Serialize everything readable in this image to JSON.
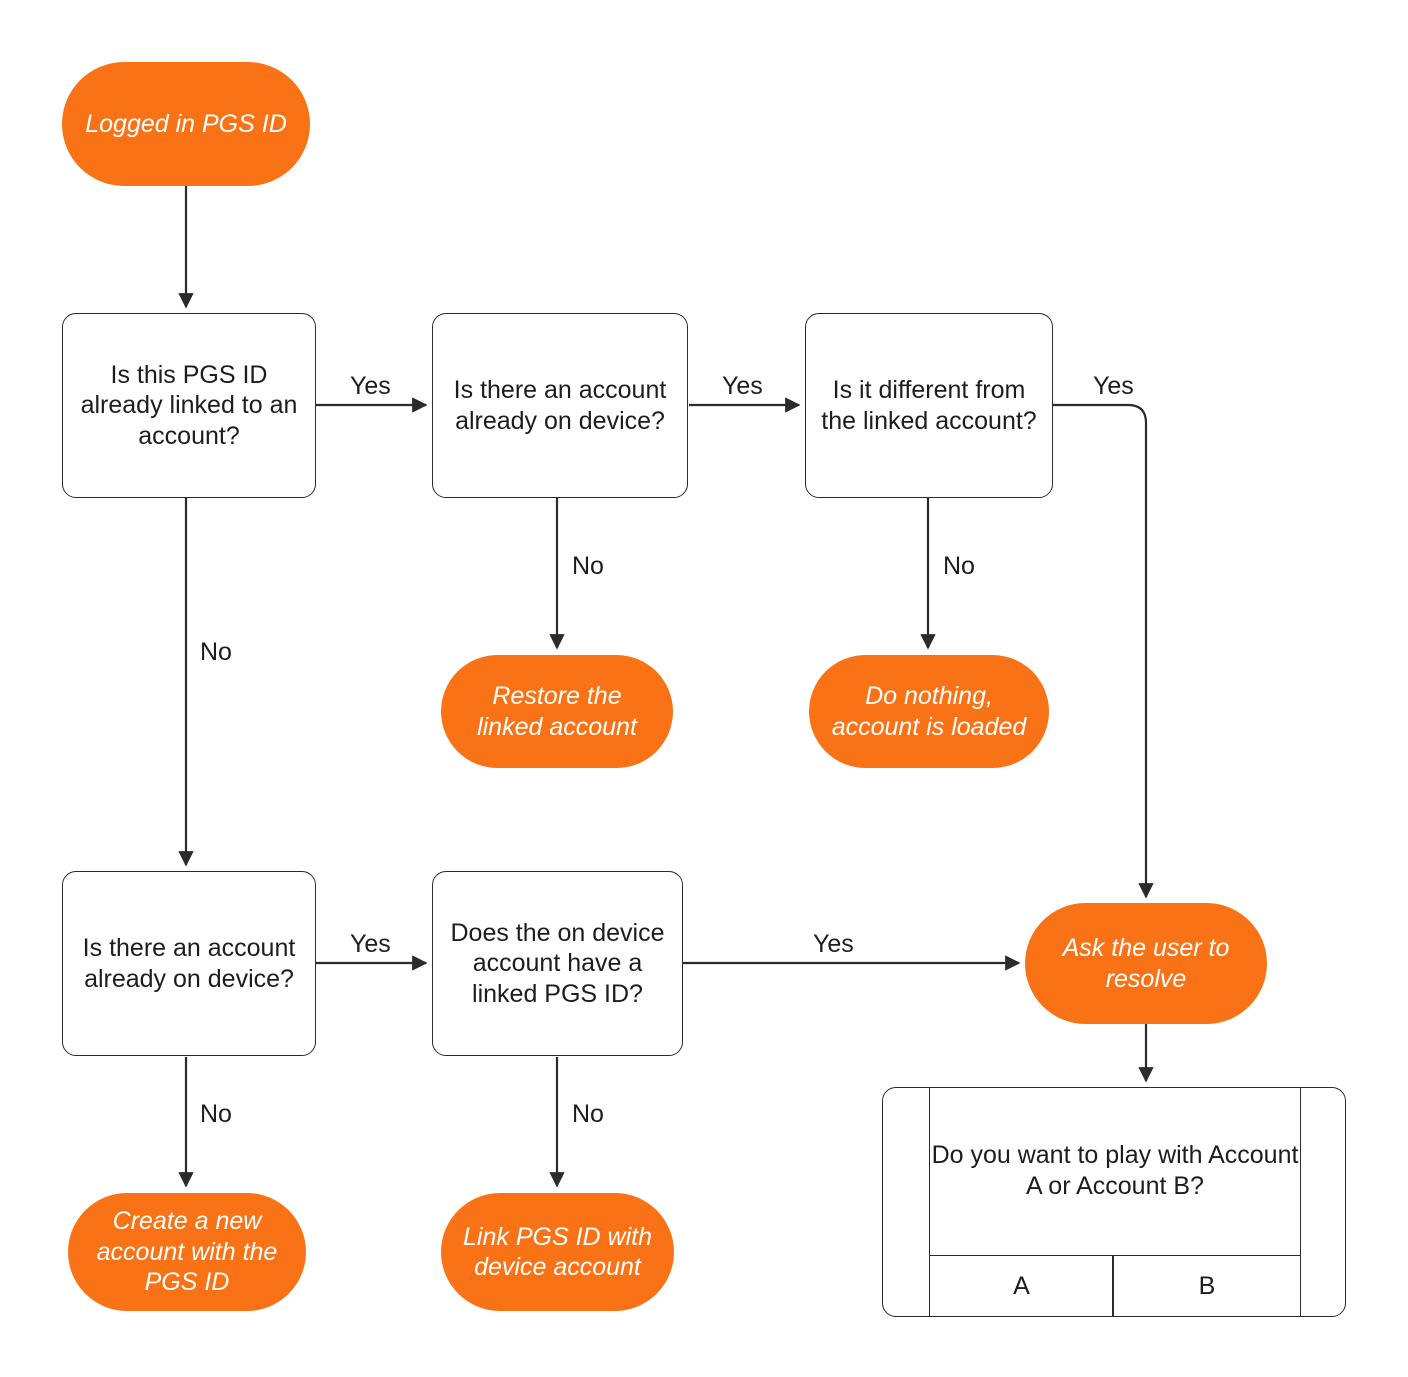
{
  "diagram": {
    "title": "PGS ID account linking decision flow",
    "colors": {
      "terminal_fill": "#f97316",
      "terminal_text": "#ffffff",
      "decision_fill": "#ffffff",
      "decision_stroke": "#2b2b2b",
      "edge_stroke": "#2b2b2b",
      "label_text": "#1d1d1d",
      "background": "#ffffff"
    },
    "nodes": {
      "start": {
        "label": "Logged in PGS ID",
        "type": "terminal"
      },
      "d1": {
        "label": "Is this PGS ID already linked to an account?",
        "type": "decision"
      },
      "d2": {
        "label": "Is there an account already on device?",
        "type": "decision"
      },
      "d3": {
        "label": "Is it different from the linked account?",
        "type": "decision"
      },
      "d4": {
        "label": "Is there an account already on device?",
        "type": "decision"
      },
      "d5": {
        "label": "Does the on device account have a linked PGS ID?",
        "type": "decision"
      },
      "t_restore": {
        "label": "Restore the linked account",
        "type": "terminal"
      },
      "t_donothing": {
        "label": "Do nothing, account is loaded",
        "type": "terminal"
      },
      "t_create": {
        "label": "Create a new account with the PGS  ID",
        "type": "terminal"
      },
      "t_link": {
        "label": "Link PGS ID with device account",
        "type": "terminal"
      },
      "t_ask": {
        "label": "Ask the user to resolve",
        "type": "terminal"
      }
    },
    "edge_labels": {
      "d1_yes": "Yes",
      "d1_no": "No",
      "d2_yes": "Yes",
      "d2_no": "No",
      "d3_yes": "Yes",
      "d3_no": "No",
      "d4_yes": "Yes",
      "d4_no": "No",
      "d5_yes": "Yes",
      "d5_no": "No"
    },
    "dialog": {
      "message": "Do you want to play with Account A or Account B?",
      "button_a": "A",
      "button_b": "B"
    }
  },
  "chart_data": {
    "type": "diagram",
    "title": "PGS ID account linking decision flow",
    "nodes": [
      {
        "id": "start",
        "label": "Logged in PGS ID",
        "shape": "stadium",
        "fill": "#f97316"
      },
      {
        "id": "d1",
        "label": "Is this PGS ID already linked to an account?",
        "shape": "rounded-rect",
        "fill": "#ffffff"
      },
      {
        "id": "d2",
        "label": "Is there an account already on device?",
        "shape": "rounded-rect",
        "fill": "#ffffff"
      },
      {
        "id": "d3",
        "label": "Is it different from the linked account?",
        "shape": "rounded-rect",
        "fill": "#ffffff"
      },
      {
        "id": "d4",
        "label": "Is there an account already on device?",
        "shape": "rounded-rect",
        "fill": "#ffffff"
      },
      {
        "id": "d5",
        "label": "Does the on device account have a linked PGS ID?",
        "shape": "rounded-rect",
        "fill": "#ffffff"
      },
      {
        "id": "t_restore",
        "label": "Restore the linked account",
        "shape": "stadium",
        "fill": "#f97316"
      },
      {
        "id": "t_donothing",
        "label": "Do nothing, account is loaded",
        "shape": "stadium",
        "fill": "#f97316"
      },
      {
        "id": "t_create",
        "label": "Create a new account with the PGS  ID",
        "shape": "stadium",
        "fill": "#f97316"
      },
      {
        "id": "t_link",
        "label": "Link PGS ID with device account",
        "shape": "stadium",
        "fill": "#f97316"
      },
      {
        "id": "t_ask",
        "label": "Ask the user to resolve",
        "shape": "stadium",
        "fill": "#f97316"
      },
      {
        "id": "dialog",
        "label": "Do you want to play with Account A or Account B? / A / B",
        "shape": "ui-mock",
        "fill": "#ffffff"
      }
    ],
    "edges": [
      {
        "from": "start",
        "to": "d1",
        "label": ""
      },
      {
        "from": "d1",
        "to": "d2",
        "label": "Yes"
      },
      {
        "from": "d1",
        "to": "d4",
        "label": "No"
      },
      {
        "from": "d2",
        "to": "d3",
        "label": "Yes"
      },
      {
        "from": "d2",
        "to": "t_restore",
        "label": "No"
      },
      {
        "from": "d3",
        "to": "t_ask",
        "label": "Yes"
      },
      {
        "from": "d3",
        "to": "t_donothing",
        "label": "No"
      },
      {
        "from": "d4",
        "to": "d5",
        "label": "Yes"
      },
      {
        "from": "d4",
        "to": "t_create",
        "label": "No"
      },
      {
        "from": "d5",
        "to": "t_ask",
        "label": "Yes"
      },
      {
        "from": "d5",
        "to": "t_link",
        "label": "No"
      },
      {
        "from": "t_ask",
        "to": "dialog",
        "label": ""
      }
    ]
  }
}
